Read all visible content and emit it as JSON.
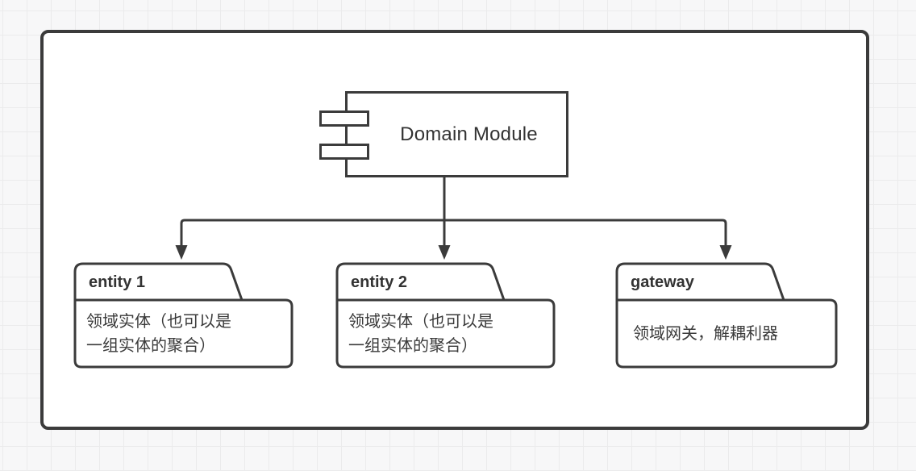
{
  "canvas": {
    "background_color": "#f7f7f8",
    "grid_line_color": "#ebebec"
  },
  "diagram": {
    "stroke_color": "#3b3b3b",
    "text_color": "#333333",
    "component": {
      "title": "Domain Module",
      "icon": "uml-component-icon"
    },
    "folders": [
      {
        "label": "entity 1",
        "lines": [
          "领域实体（也可以是",
          "一组实体的聚合）"
        ]
      },
      {
        "label": "entity 2",
        "lines": [
          "领域实体（也可以是",
          "一组实体的聚合）"
        ]
      },
      {
        "label": "gateway",
        "lines": [
          "领域网关，解耦利器"
        ]
      }
    ]
  }
}
